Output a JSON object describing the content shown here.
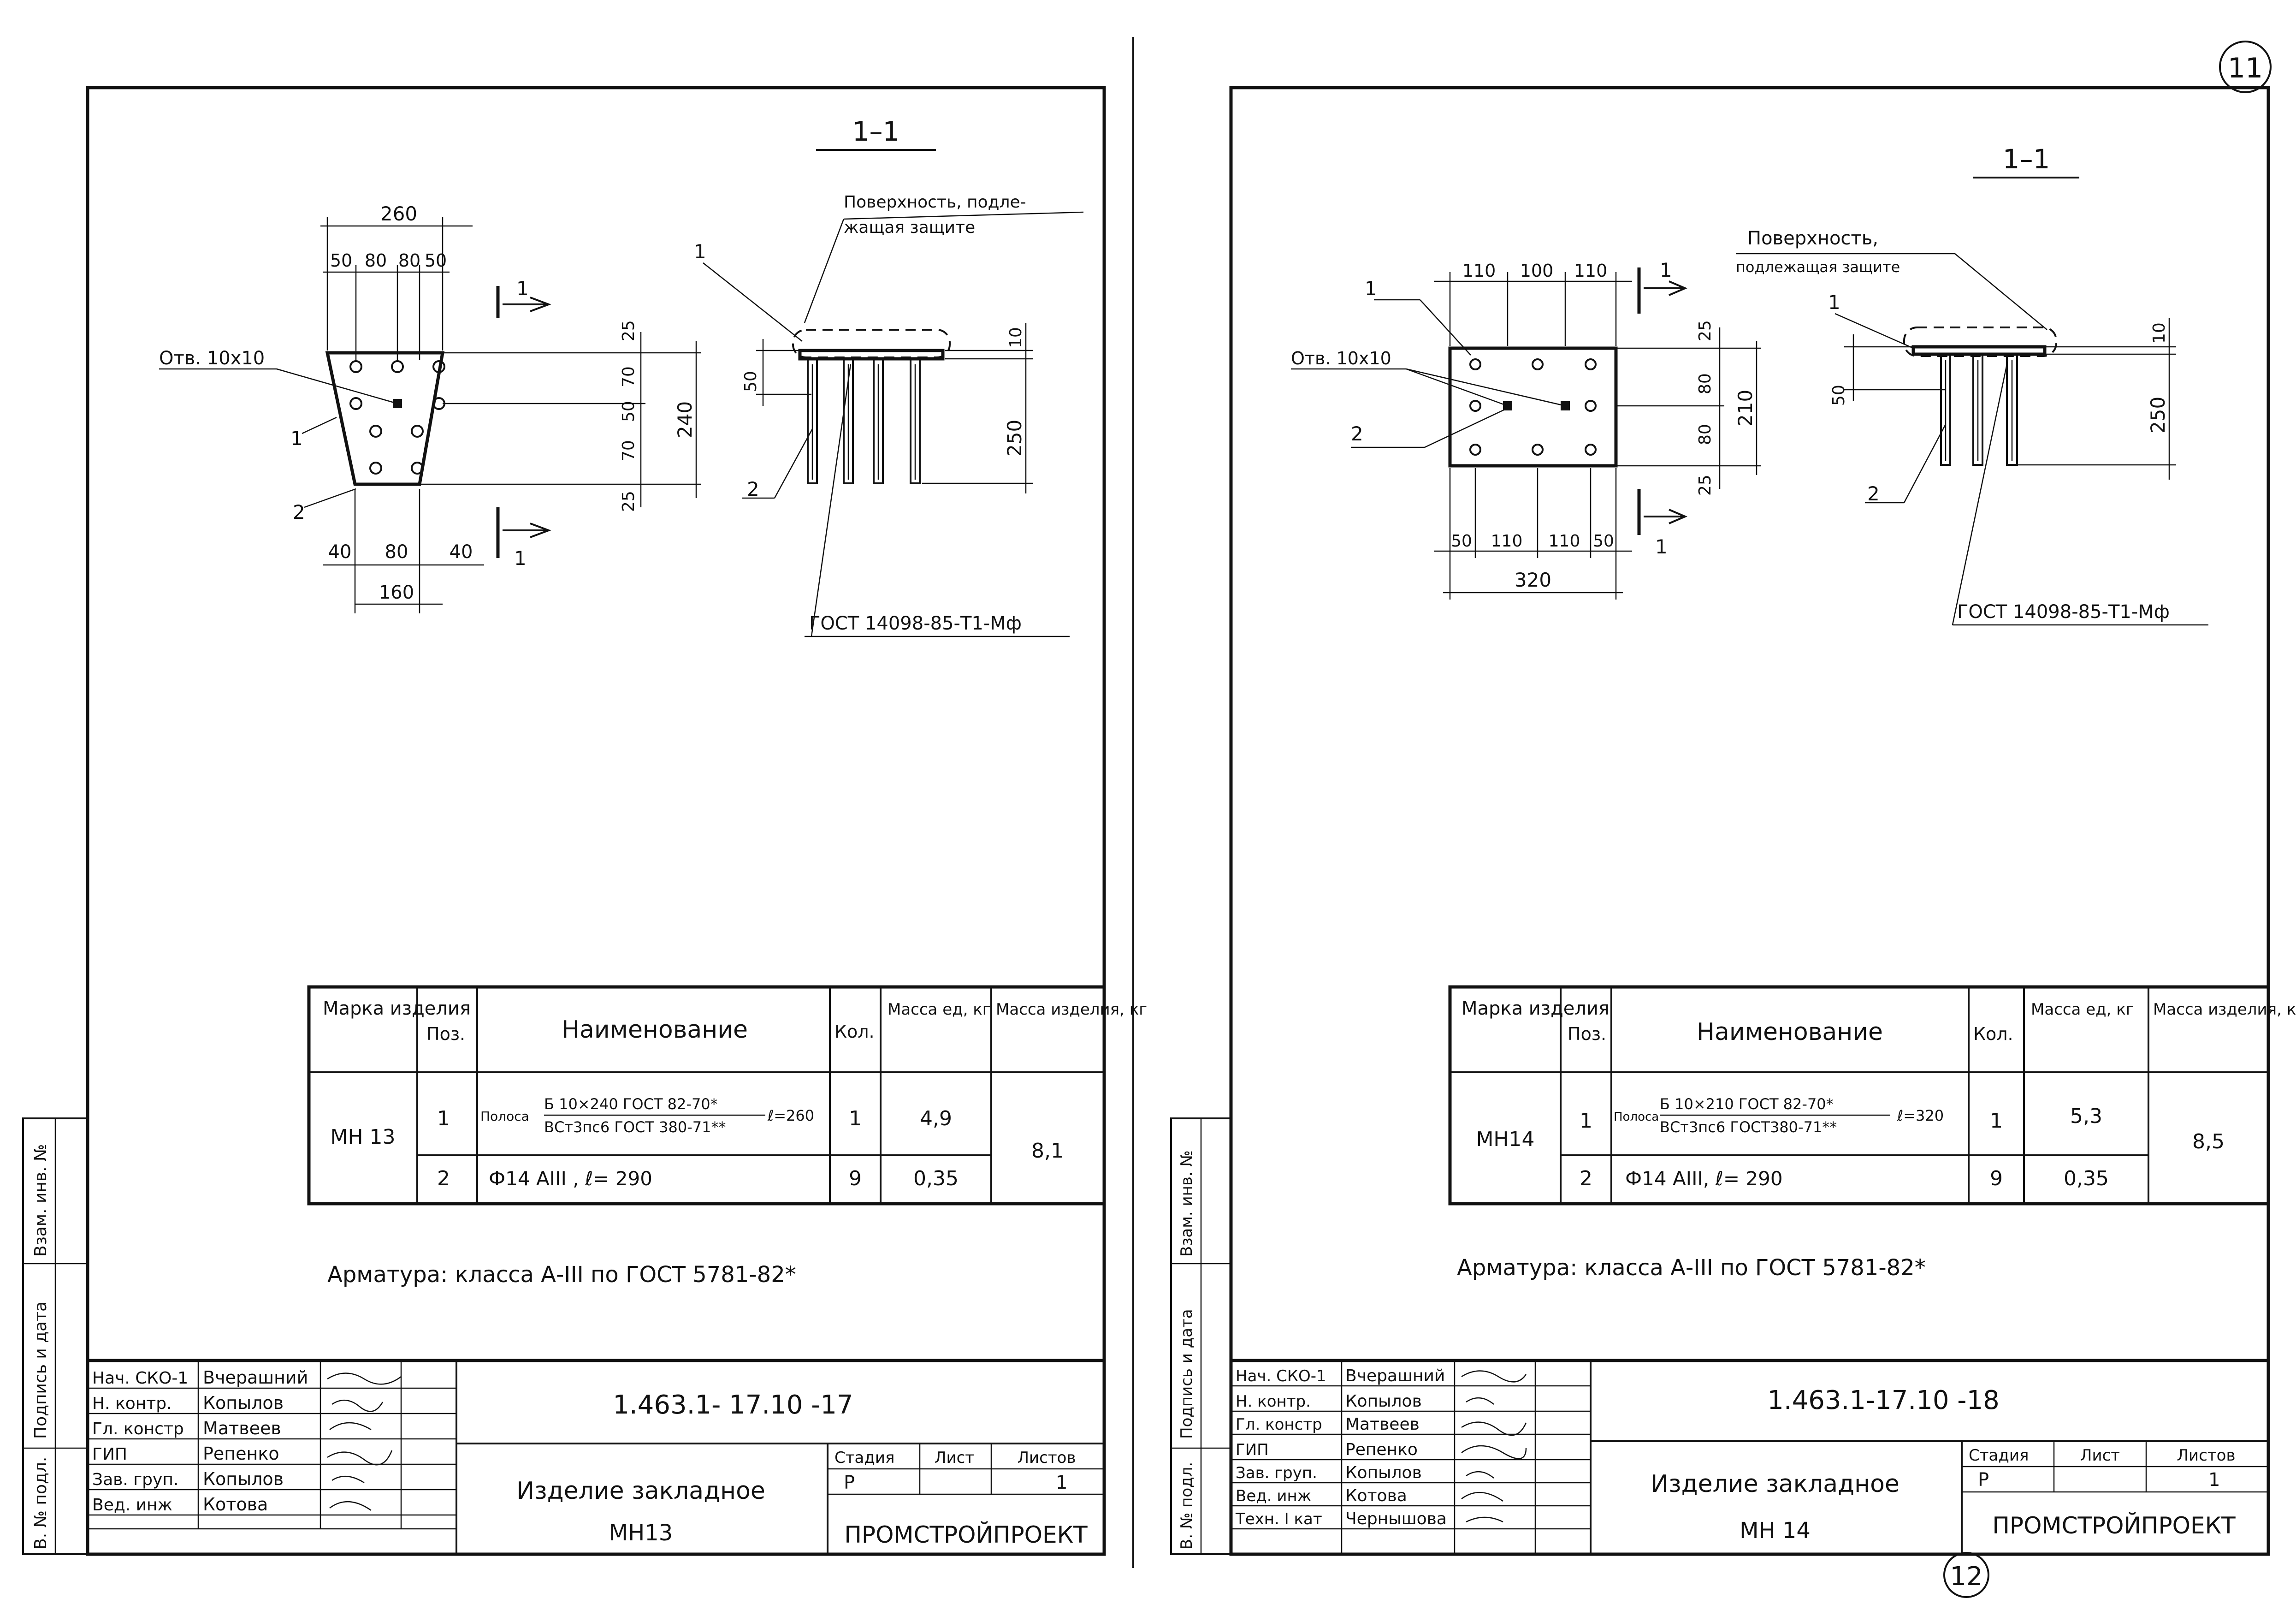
{
  "page_number_top": "11",
  "page_number_bottom": "12",
  "sheets": [
    {
      "section_label": "1–1",
      "surface_note_line1": "Поверхность, подле-",
      "surface_note_line2": "жащая защите",
      "hole_label": "Отв. 10х10",
      "pos1": "1",
      "pos2": "2",
      "cut_mark": "1",
      "gost_weld": "ГОСТ 14098-85-Т1-Мф",
      "dims": {
        "top_total": "260",
        "top_parts": [
          "50",
          "80",
          "80",
          "50"
        ],
        "bottom_parts": [
          "40",
          "80",
          "40"
        ],
        "bottom_total": "160",
        "right_parts": [
          "25",
          "70",
          "50",
          "70",
          "25"
        ],
        "right_total": "240",
        "side_plate": "10",
        "side_offset": "50",
        "side_height": "250"
      },
      "table": {
        "headers": [
          "Марка изделия",
          "Поз.",
          "Наименование",
          "Кол.",
          "Масса ед, кг",
          "Масса изделия, кг"
        ],
        "mark": "МН 13",
        "total_mass": "8,1",
        "rows": [
          {
            "pos": "1",
            "name_prefix": "Полоса",
            "name_top": "Б 10×240 ГОСТ 82-70*",
            "name_bottom": "ВСт3пс6 ГОСТ 380-71**",
            "name_len": "ℓ=260",
            "qty": "1",
            "mass": "4,9"
          },
          {
            "pos": "2",
            "name_prefix": "",
            "name_top": "Ф14 АIII , ℓ= 290",
            "name_bottom": "",
            "name_len": "",
            "qty": "9",
            "mass": "0,35"
          }
        ]
      },
      "note": "Арматура: класса А-III по ГОСТ 5781-82*",
      "side_stamp": [
        "В. № подл.",
        "Подпись и дата",
        "Взам. инв. №"
      ],
      "stamp": {
        "roles": [
          "Нач. СКО-1",
          "Н. контр.",
          "Гл. констр",
          "ГИП",
          "Зав. груп.",
          "Вед. инж"
        ],
        "names": [
          "Вчерашний",
          "Копылов",
          "Матвеев",
          "Репенко",
          "Копылов",
          "Котова"
        ],
        "code": "1.463.1- 17.10 -17",
        "title_line1": "Изделие закладное",
        "title_line2": "МН13",
        "stage_head": "Стадия",
        "sheet_head": "Лист",
        "sheets_head": "Листов",
        "stage": "Р",
        "sheets_count": "1",
        "org": "ПРОМСТРОЙПРОЕКТ"
      }
    },
    {
      "section_label": "1–1",
      "surface_note_line1": "Поверхность,",
      "surface_note_line2": "подлежащая защите",
      "hole_label": "Отв. 10х10",
      "pos1": "1",
      "pos2": "2",
      "cut_mark": "1",
      "gost_weld": "ГОСТ 14098-85-Т1-Мф",
      "dims": {
        "top_total": "",
        "top_parts": [
          "110",
          "100",
          "110"
        ],
        "bottom_parts": [
          "50",
          "110",
          "110",
          "50"
        ],
        "bottom_total": "320",
        "right_parts": [
          "25",
          "80",
          "80",
          "25"
        ],
        "right_total": "210",
        "side_plate": "10",
        "side_offset": "50",
        "side_height": "250"
      },
      "table": {
        "headers": [
          "Марка изделия",
          "Поз.",
          "Наименование",
          "Кол.",
          "Масса ед, кг",
          "Масса изделия, кг"
        ],
        "mark": "МН14",
        "total_mass": "8,5",
        "rows": [
          {
            "pos": "1",
            "name_prefix": "Полоса",
            "name_top": "Б 10×210 ГОСТ 82-70*",
            "name_bottom": "ВСт3пс6 ГОСТ380-71**",
            "name_len": "ℓ=320",
            "qty": "1",
            "mass": "5,3"
          },
          {
            "pos": "2",
            "name_prefix": "",
            "name_top": "Ф14 АIII, ℓ= 290",
            "name_bottom": "",
            "name_len": "",
            "qty": "9",
            "mass": "0,35"
          }
        ]
      },
      "note": "Арматура: класса А-III по ГОСТ 5781-82*",
      "side_stamp": [
        "В. № подл.",
        "Подпись и дата",
        "Взам. инв. №"
      ],
      "stamp": {
        "roles": [
          "Нач. СКО-1",
          "Н. контр.",
          "Гл. констр",
          "ГИП",
          "Зав. груп.",
          "Вед. инж",
          "Техн. I кат"
        ],
        "names": [
          "Вчерашний",
          "Копылов",
          "Матвеев",
          "Репенко",
          "Копылов",
          "Котова",
          "Чернышова"
        ],
        "code": "1.463.1-17.10 -18",
        "title_line1": "Изделие закладное",
        "title_line2": "МН 14",
        "stage_head": "Стадия",
        "sheet_head": "Лист",
        "sheets_head": "Листов",
        "stage": "Р",
        "sheets_count": "1",
        "org": "ПРОМСТРОЙПРОЕКТ"
      }
    }
  ]
}
